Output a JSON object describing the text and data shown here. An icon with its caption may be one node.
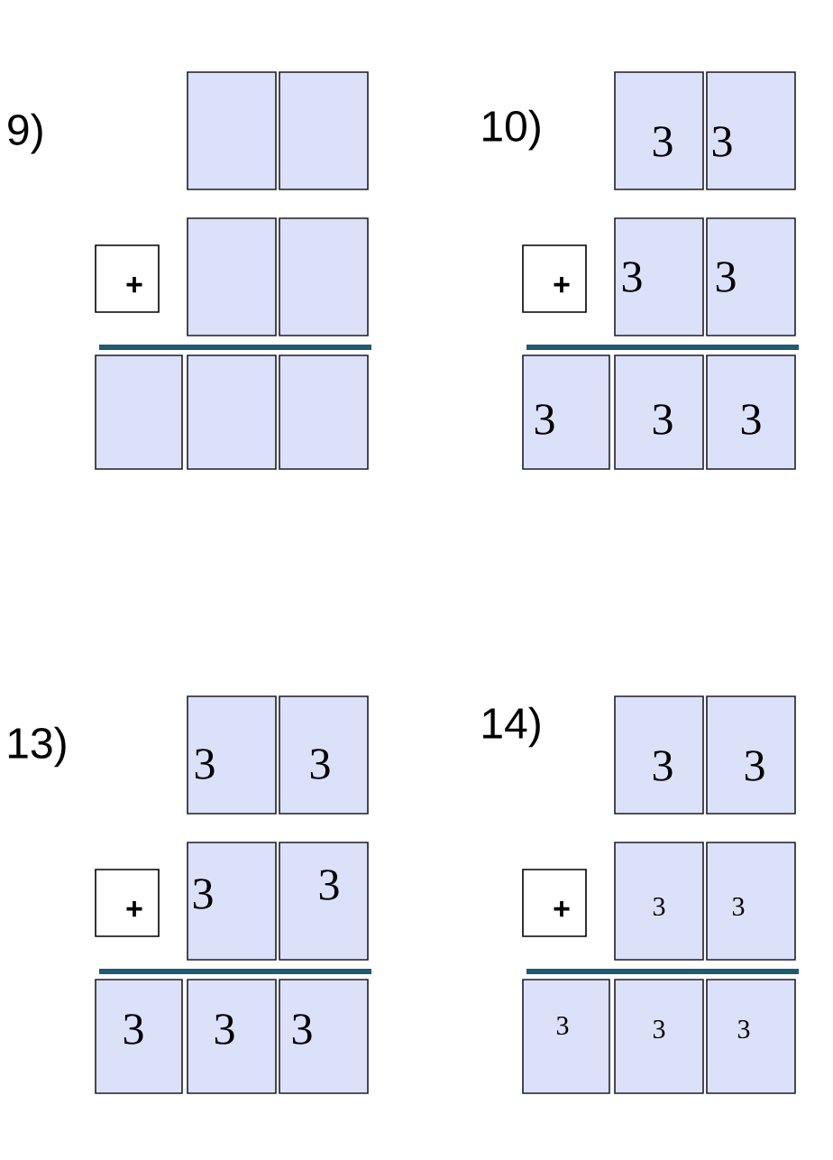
{
  "diagram": {
    "nodes": [
      {
        "text": [],
        "shape": "box"
      },
      {
        "text": [],
        "shape": "box"
      },
      {
        "text": [
          "+"
        ]
      },
      {
        "text": [],
        "shape": "box"
      },
      {
        "text": [],
        "shape": "box"
      },
      {
        "text": [],
        "shape": "box"
      },
      {
        "text": [],
        "shape": "box"
      },
      {
        "text": [],
        "shape": "box"
      },
      {
        "text": [
          "3"
        ]
      },
      {
        "text": [
          "3"
        ]
      },
      {
        "text": [
          "+"
        ]
      },
      {
        "text": [
          "3"
        ]
      },
      {
        "text": [
          "3"
        ]
      },
      {
        "text": [
          "3"
        ]
      },
      {
        "text": [
          "3"
        ]
      },
      {
        "text": [
          "3"
        ]
      },
      {
        "text": [
          "3"
        ]
      },
      {
        "text": [
          "3"
        ]
      },
      {
        "text": [
          "+"
        ]
      },
      {
        "text": [
          "3"
        ]
      },
      {
        "text": [
          "3"
        ]
      },
      {
        "text": [
          "3"
        ]
      },
      {
        "text": [
          "3"
        ]
      },
      {
        "text": [
          "3"
        ]
      },
      {
        "text": [
          "3"
        ]
      },
      {
        "text": [
          "3"
        ]
      },
      {
        "text": [
          "+"
        ]
      },
      {
        "text": [
          "3"
        ]
      },
      {
        "text": [
          "3"
        ]
      },
      {
        "text": [
          "3"
        ]
      },
      {
        "text": [
          "3"
        ]
      },
      {
        "text": [
          "3"
        ]
      }
    ],
    "labels": [
      "9)",
      "10)",
      "13)",
      "14)"
    ]
  }
}
